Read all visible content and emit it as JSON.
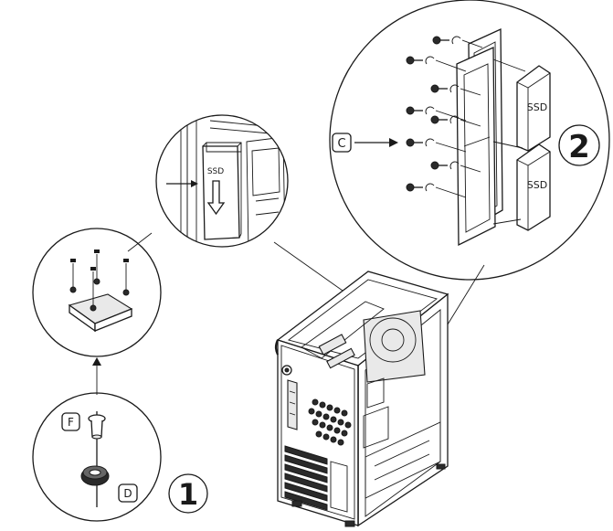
{
  "labels": {
    "step1": "1",
    "step2": "2",
    "part_c": "C",
    "part_d": "D",
    "part_f": "F",
    "ssd_top": "SSD",
    "ssd_bottom": "SSD",
    "ssd_detail": "SSD"
  },
  "icons": {
    "step_badge": "circled-number",
    "part_badge": "rounded-square-letter",
    "screw": "screw-icon",
    "arrow": "arrow-icon"
  }
}
